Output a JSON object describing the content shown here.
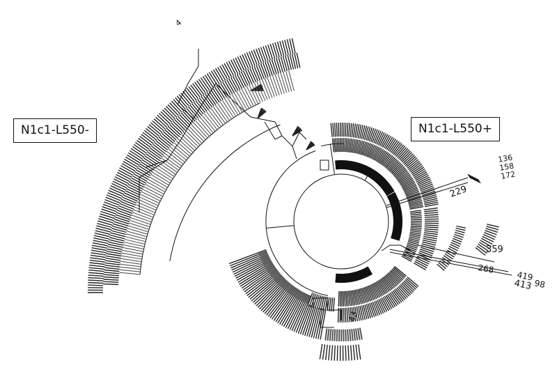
{
  "clusters": {
    "negative_label": "N1c1-L550-",
    "positive_label": "N1c1-L550+"
  },
  "tip_labels": {
    "outlier_upper": "229",
    "outlier_lower_a": "359",
    "outlier_lower_b": "268",
    "outlier_lower_c": "419",
    "outlier_lower_d": "413",
    "outlier_lower_e": "98",
    "clade_top_right_1": "136",
    "clade_top_right_2": "158",
    "clade_top_right_3": "172",
    "bottom_tip": "43",
    "upper_left_tip": "4"
  }
}
